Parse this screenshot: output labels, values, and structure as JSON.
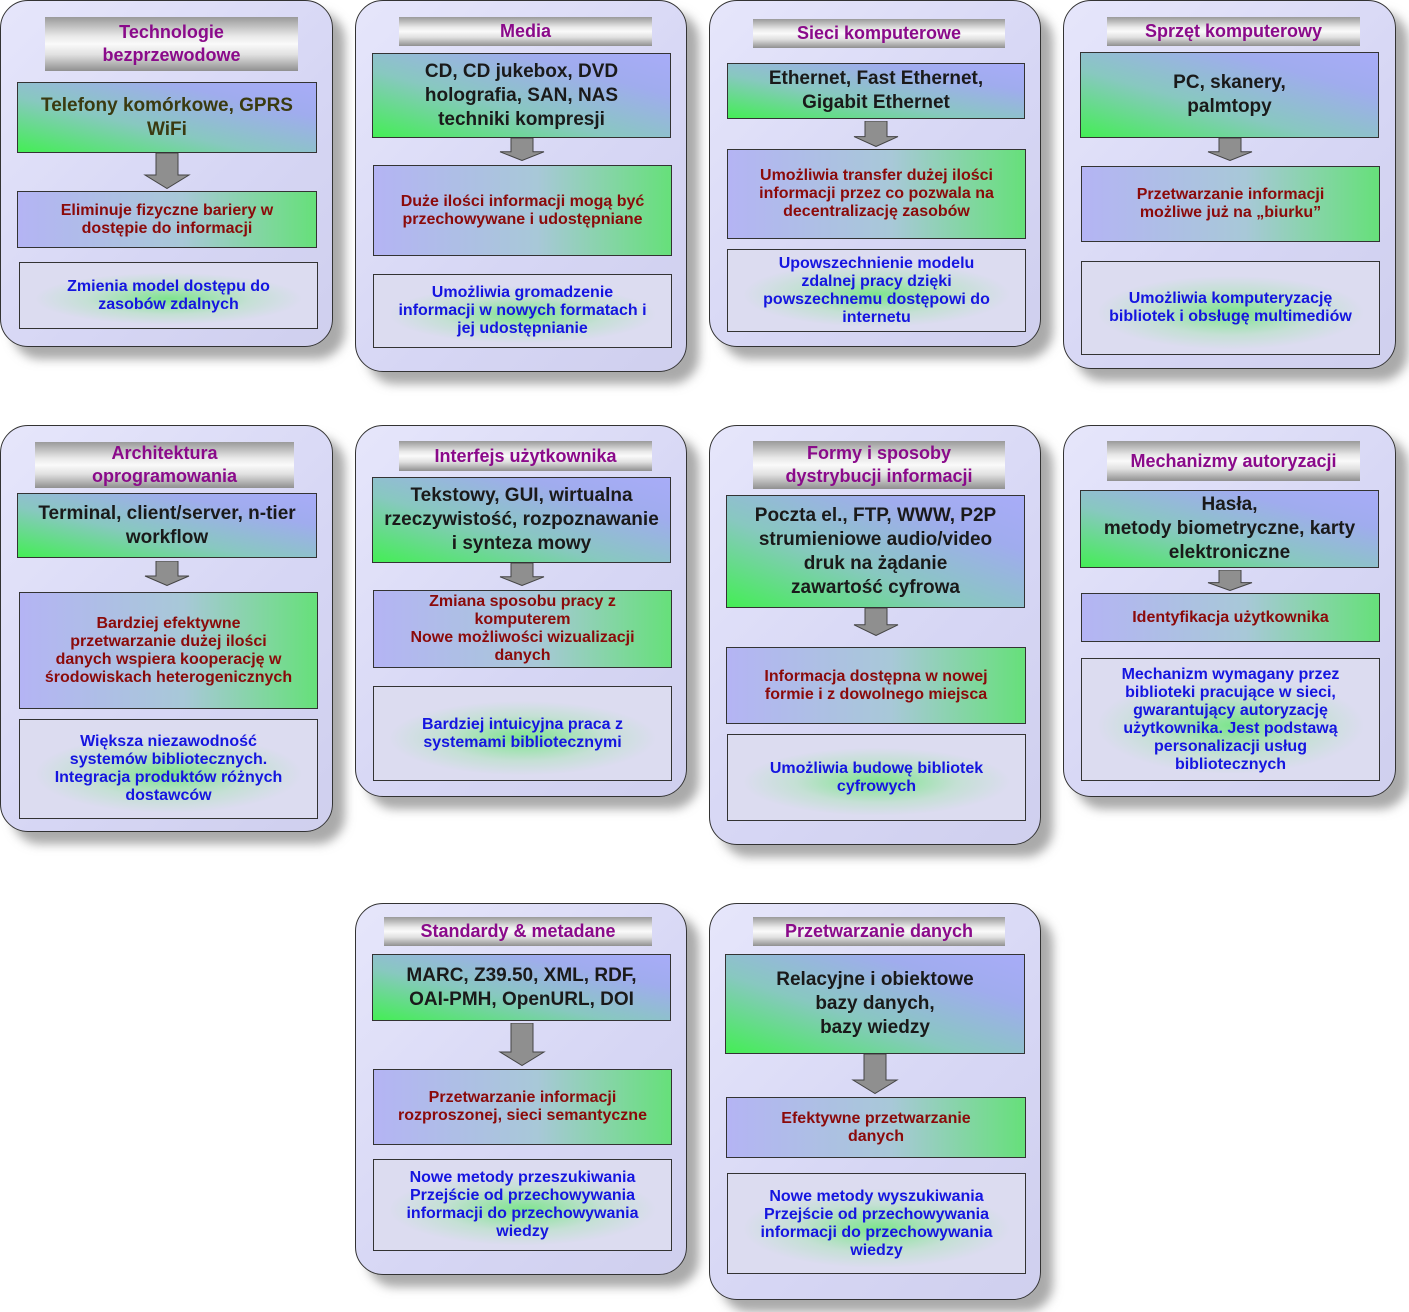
{
  "cards": [
    {
      "title": "Technologie\nbezprzewodowe",
      "top": "Telefony komórkowe, GPRS\nWiFi",
      "middle": "Eliminuje fizyczne bariery w\ndostępie do informacji",
      "bottom": "Zmienia model dostępu do\nzasobów zdalnych"
    },
    {
      "title": "Media",
      "top": "CD, CD jukebox, DVD\nholografia, SAN, NAS\ntechniki kompresji",
      "middle": "Duże ilości informacji mogą być\nprzechowywane i udostępniane",
      "bottom": "Umożliwia gromadzenie\ninformacji w nowych formatach i\njej udostępnianie"
    },
    {
      "title": "Sieci komputerowe",
      "top": "Ethernet, Fast Ethernet,\nGigabit Ethernet",
      "middle": "Umożliwia transfer dużej ilości\ninformacji przez co pozwala na\ndecentralizację zasobów",
      "bottom": "Upowszechnienie modelu\nzdalnej pracy dzięki\npowszechnemu dostępowi do\ninternetu"
    },
    {
      "title": "Sprzęt komputerowy",
      "top": "PC, skanery,\npalmtopy",
      "middle": "Przetwarzanie informacji\nmożliwe już na „biurku”",
      "bottom": "Umożliwia komputeryzację\nbibliotek i obsługę multimediów"
    },
    {
      "title": "Architektura\noprogramowania",
      "top": "Terminal, client/server, n-tier\nworkflow",
      "middle": "Bardziej efektywne\nprzetwarzanie dużej ilości\ndanych wspiera kooperację w\nśrodowiskach heterogenicznych",
      "bottom": "Większa niezawodność\nsystemów bibliotecznych.\nIntegracja produktów różnych\ndostawców"
    },
    {
      "title": "Interfejs użytkownika",
      "top": "Tekstowy, GUI, wirtualna\nrzeczywistość, rozpoznawanie\ni synteza mowy",
      "middle": "Zmiana sposobu pracy z\nkomputerem\nNowe możliwości wizualizacji\ndanych",
      "bottom": "Bardziej intuicyjna praca z\nsystemami bibliotecznymi"
    },
    {
      "title": "Formy i sposoby\ndystrybucji informacji",
      "top": "Poczta el., FTP, WWW, P2P\nstrumieniowe audio/video\ndruk na żądanie\nzawartość cyfrowa",
      "middle": "Informacja dostępna w nowej\nformie i z dowolnego miejsca",
      "bottom": "Umożliwia budowę bibliotek\ncyfrowych"
    },
    {
      "title": "Mechanizmy autoryzacji",
      "top": "Hasła,\nmetody biometryczne, karty\nelektroniczne",
      "middle": "Identyfikacja użytkownika",
      "bottom": "Mechanizm wymagany przez\nbiblioteki pracujące w sieci,\ngwarantujący autoryzację\nużytkownika. Jest podstawą\npersonalizacji usług\nbibliotecznych"
    },
    {
      "title": "Standardy & metadane",
      "top": "MARC, Z39.50, XML, RDF,\nOAI-PMH, OpenURL, DOI",
      "middle": "Przetwarzanie informacji\nrozproszonej, sieci semantyczne",
      "bottom": "Nowe metody przeszukiwania\nPrzejście od przechowywania\ninformacji do przechowywania\nwiedzy"
    },
    {
      "title": "Przetwarzanie danych",
      "top": "Relacyjne  i obiektowe\nbazy danych,\nbazy wiedzy",
      "middle": "Efektywne przetwarzanie\ndanych",
      "bottom": "Nowe metody wyszukiwania\nPrzejście od przechowywania\ninformacji do przechowywania\nwiedzy"
    }
  ]
}
